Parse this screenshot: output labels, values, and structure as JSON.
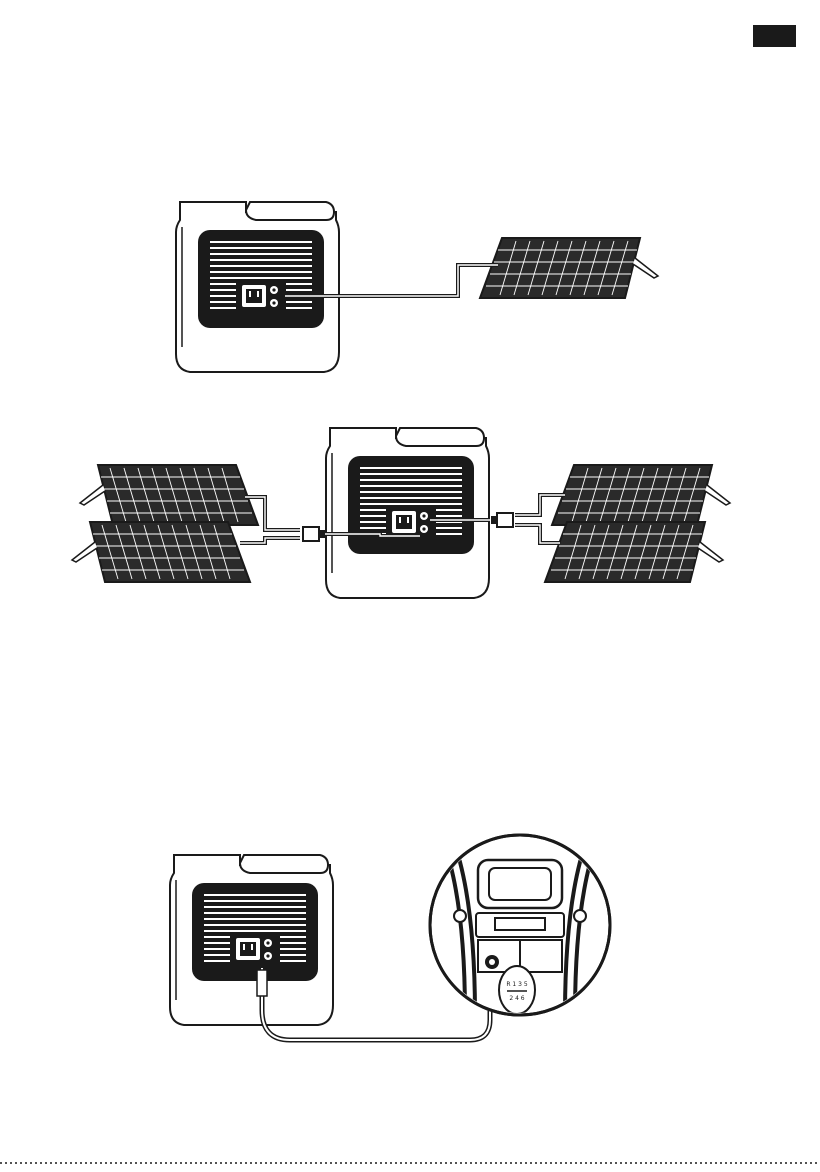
{
  "page": {
    "corner_tab_color": "#1a1a1a"
  },
  "figure1": {
    "description_hidden": "",
    "devices": [
      "power-station",
      "solar-panel"
    ]
  },
  "figure2": {
    "devices": [
      "power-station",
      "solar-panel",
      "solar-panel",
      "solar-panel",
      "solar-panel",
      "parallel-connector",
      "parallel-connector"
    ]
  },
  "figure3": {
    "devices": [
      "power-station",
      "car-outlet-detail"
    ],
    "gear_top": "R 1 3 5",
    "gear_bottom": "2 4 6"
  },
  "colors": {
    "line": "#1a1a1a",
    "panel_fill": "#2a2a2a",
    "cell_line": "#ffffff"
  }
}
